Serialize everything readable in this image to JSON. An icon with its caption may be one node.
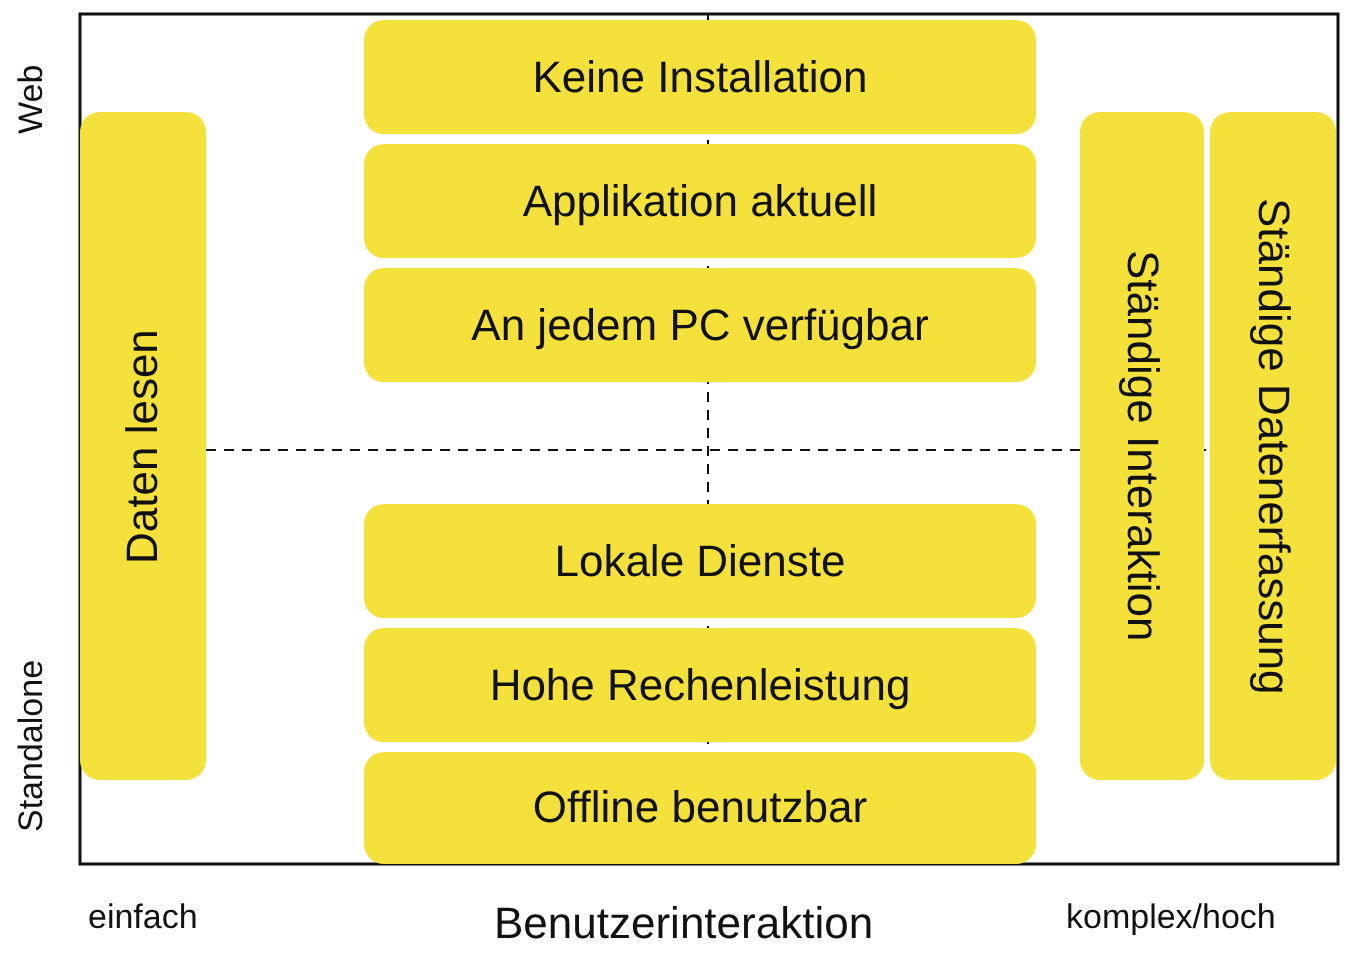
{
  "diagram": {
    "nodes": [
      {
        "text": [
          "Keine Installation"
        ]
      },
      {
        "text": [
          "Daten lesen"
        ]
      },
      {
        "text": [
          "Ständige Interaktion"
        ]
      },
      {
        "text": [
          "Ständige Datenerfassung"
        ]
      },
      {
        "text": [
          "Applikation aktuell"
        ]
      },
      {
        "text": [
          "An jedem PC verfügbar"
        ]
      },
      {
        "text": [
          "Lokale Dienste"
        ]
      },
      {
        "text": [
          "Hohe Rechenleistung"
        ]
      },
      {
        "text": [
          "Offline benutzbar"
        ]
      }
    ],
    "labels": [
      "Web",
      "Standalone",
      "einfach",
      "Benutzerinteraktion",
      "komplex/hoch"
    ]
  }
}
